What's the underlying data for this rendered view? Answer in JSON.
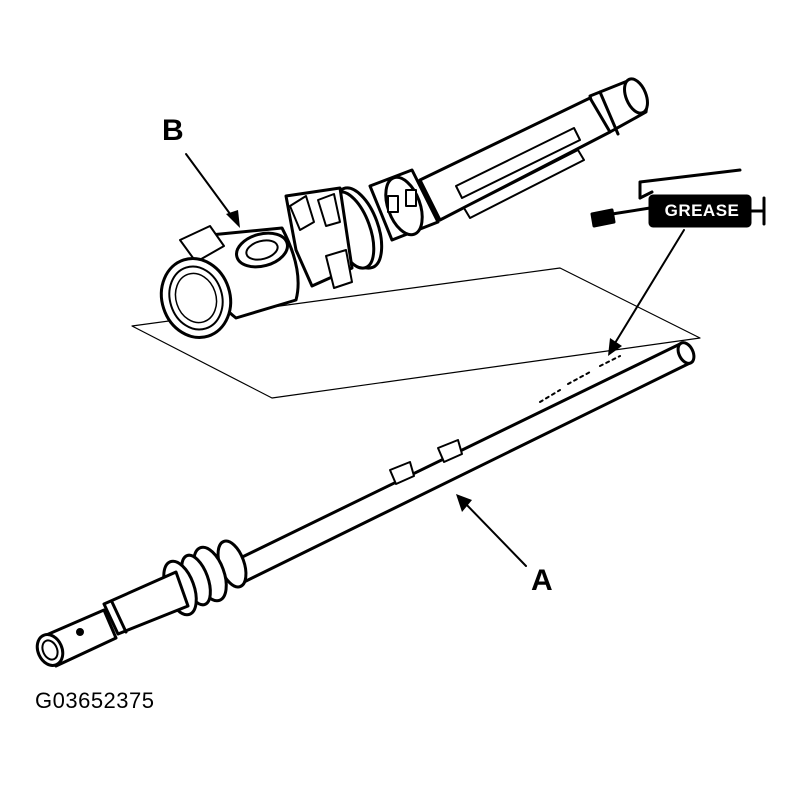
{
  "labels": {
    "part_b": "B",
    "part_a": "A",
    "grease": "GREASE",
    "figure_id": "G03652375"
  },
  "colors": {
    "ink": "#000000",
    "paper": "#ffffff"
  }
}
